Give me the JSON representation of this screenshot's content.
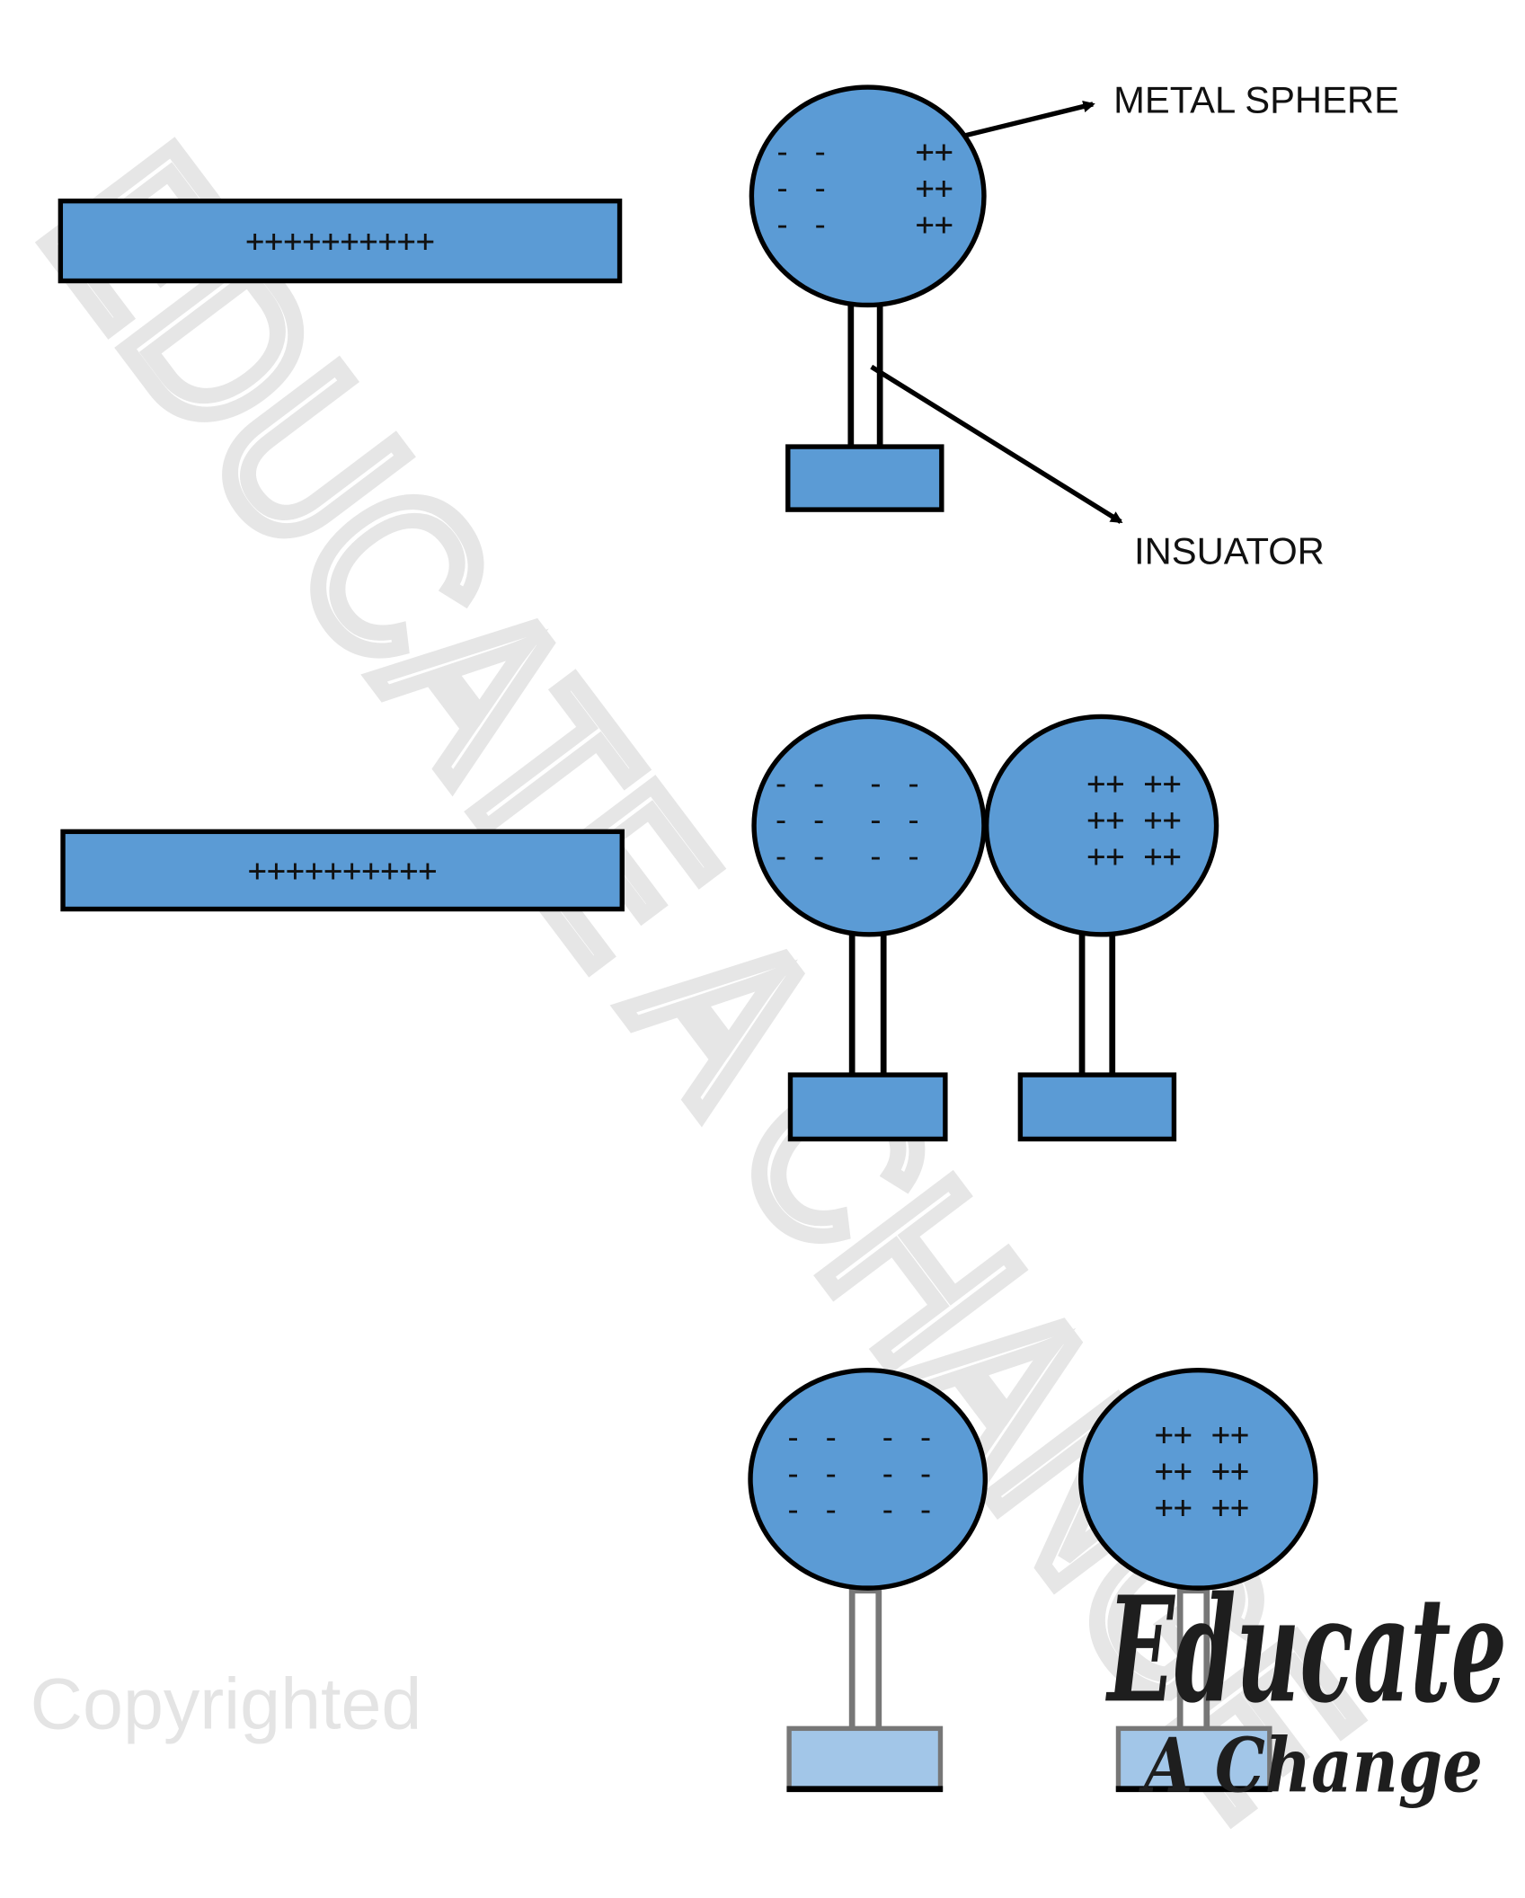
{
  "colors": {
    "sphere": "#5b9bd5",
    "faded": "#a2c6e8",
    "outline": "#000000"
  },
  "labels": {
    "metal_sphere": "METAL SPHERE",
    "insulator": "INSUATOR"
  },
  "rods": [
    {
      "charge": "++++++++++"
    },
    {
      "charge": "++++++++++"
    }
  ],
  "stage1": {
    "neg": [
      "- -",
      "- -",
      "- -"
    ],
    "pos": [
      "++",
      "++",
      "++"
    ]
  },
  "stage2": {
    "left_neg": [
      "- -  - -",
      "- -  - -",
      "- -  - -"
    ],
    "right_pos": [
      "++ ++",
      "++ ++",
      "++ ++"
    ]
  },
  "stage3": {
    "left_neg": [
      "- -  - -",
      "- -  - -",
      "- -  - -"
    ],
    "right_pos": [
      "++ ++",
      "++ ++",
      "++ ++"
    ]
  },
  "watermark": {
    "text": "EDUCATE A CHANGE",
    "copyright": "Copyrighted",
    "logo_main": "Educate",
    "logo_sub": "A Change"
  }
}
